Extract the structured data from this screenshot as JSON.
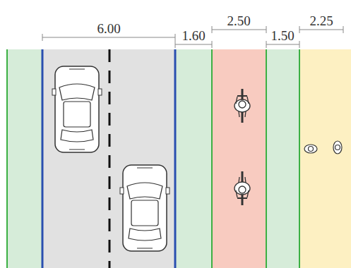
{
  "diagram": {
    "labels": [
      "6.00",
      "1.60",
      "2.50",
      "1.50",
      "2.25"
    ]
  }
}
